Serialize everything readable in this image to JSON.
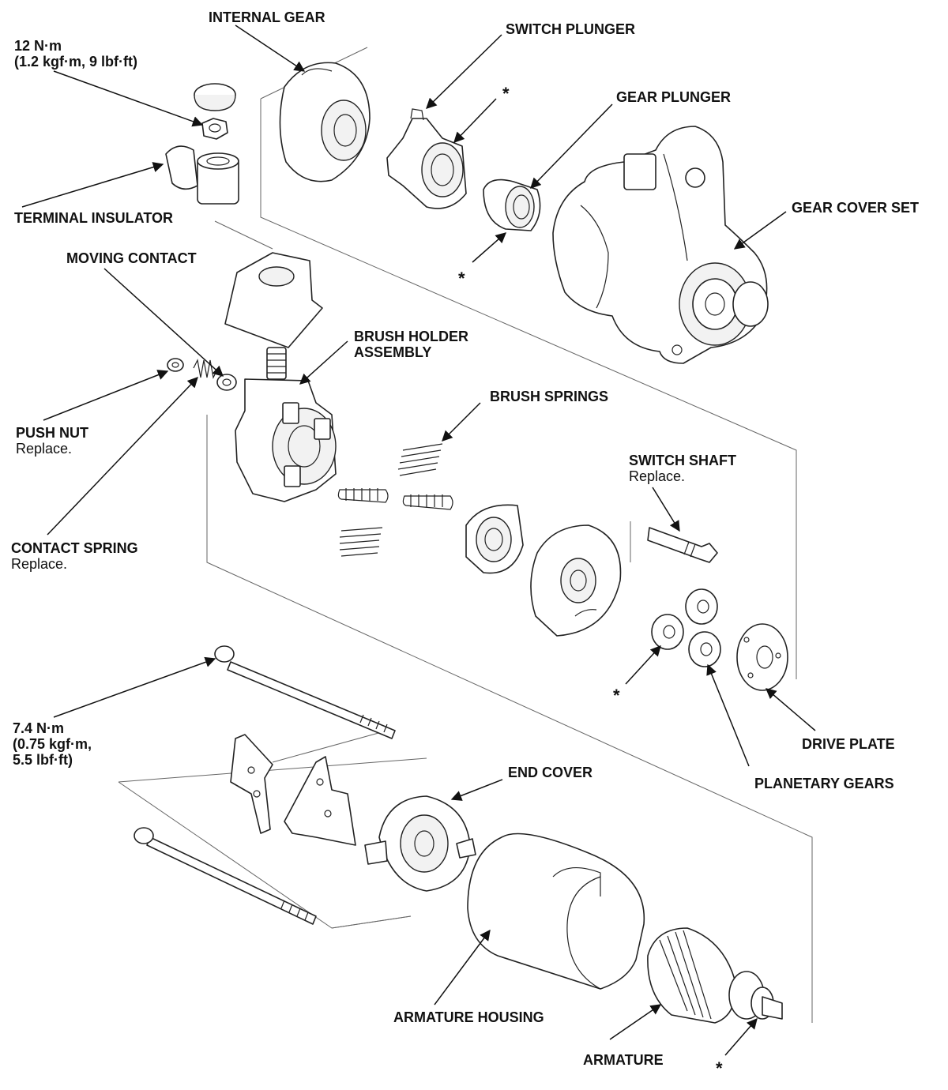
{
  "labels": {
    "internal_gear": "INTERNAL GEAR",
    "switch_plunger": "SWITCH PLUNGER",
    "gear_plunger": "GEAR PLUNGER",
    "gear_cover_set": "GEAR COVER SET",
    "terminal_insulator": "TERMINAL INSULATOR",
    "moving_contact": "MOVING CONTACT",
    "brush_holder_line1": "BRUSH HOLDER",
    "brush_holder_line2": "ASSEMBLY",
    "brush_springs": "BRUSH SPRINGS",
    "push_nut": "PUSH NUT",
    "contact_spring": "CONTACT SPRING",
    "switch_shaft": "SWITCH SHAFT",
    "drive_plate": "DRIVE PLATE",
    "planetary_gears": "PLANETARY GEARS",
    "end_cover": "END COVER",
    "armature_housing": "ARMATURE HOUSING",
    "armature": "ARMATURE"
  },
  "notes": {
    "replace": "Replace.",
    "asterisk": "*"
  },
  "torques": {
    "nut_line1": "12 N·m",
    "nut_line2": "(1.2 kgf·m, 9 lbf·ft)",
    "bolt_line1": "7.4 N·m",
    "bolt_line2": "(0.75 kgf·m,",
    "bolt_line3": "5.5 lbf·ft)"
  }
}
